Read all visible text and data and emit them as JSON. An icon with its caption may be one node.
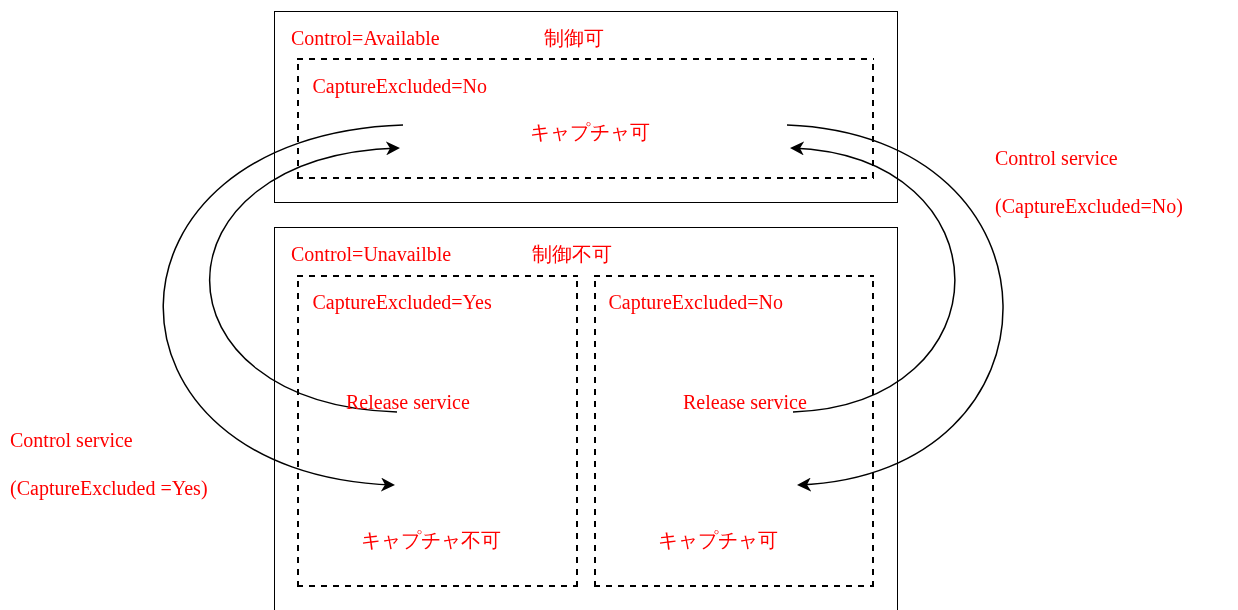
{
  "diagram": {
    "nodes": [
      {
        "text": [
          "Control=Available",
          "制御可"
        ]
      },
      {
        "text": [
          "CaptureExcluded=No",
          "キャプチャ可"
        ],
        "in": 0
      },
      {
        "text": [
          "Control=Unavailble",
          "制御不可"
        ]
      },
      {
        "text": [
          "CaptureExcluded=Yes",
          "キャプチャ不可"
        ],
        "in": 2
      },
      {
        "text": [
          "CaptureExcluded=No",
          "キャプチャ可"
        ],
        "in": 2
      }
    ],
    "edges": [
      {
        "from": 1,
        "to": 3,
        "arrow": "to",
        "label": "Control service (CaptureExcluded =Yes)"
      },
      {
        "from": 3,
        "to": 1,
        "arrow": "to",
        "label": "Release service"
      },
      {
        "from": 1,
        "to": 4,
        "arrow": "to",
        "label": "Control service (CaptureExcluded=No)"
      },
      {
        "from": 4,
        "to": 1,
        "arrow": "to",
        "label": "Release service"
      }
    ]
  }
}
